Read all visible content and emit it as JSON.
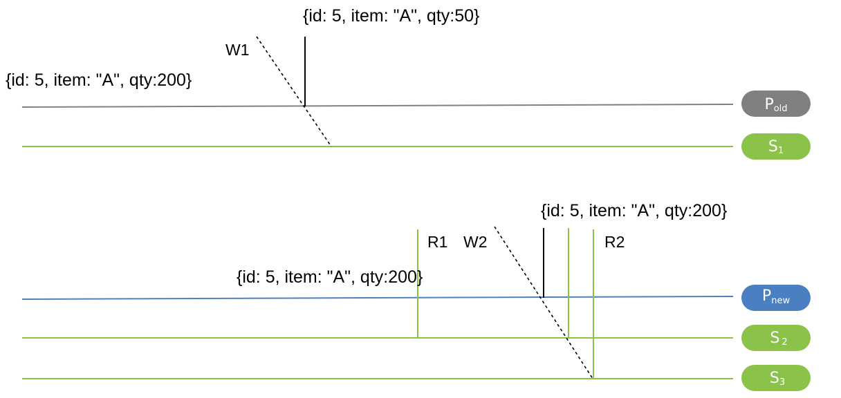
{
  "top": {
    "record_written": "{id: 5, item: \"A\", qty:50}",
    "record_old": "{id: 5, item: \"A\", qty:200}",
    "write_label": "W1",
    "primary": {
      "main": "P",
      "sub": "old",
      "color": "#808080"
    },
    "secondary": {
      "main": "S",
      "sub": "1",
      "color": "#8bc34a"
    }
  },
  "bottom": {
    "record_right": "{id: 5, item: \"A\", qty:200}",
    "record_left": "{id: 5, item: \"A\", qty:200}",
    "read1_label": "R1",
    "write_label": "W2",
    "read2_label": "R2",
    "primary": {
      "main": "P",
      "sub": "new",
      "color": "#4a7fc1"
    },
    "secondary2": {
      "main": "S",
      "sub": "2",
      "color": "#8bc34a"
    },
    "secondary3": {
      "main": "S",
      "sub": "3",
      "color": "#8bc34a"
    }
  },
  "colors": {
    "old_primary_line": "#808080",
    "new_primary_line": "#4f80bd",
    "secondary_line": "#8bc34a",
    "write_marker": "#000000"
  }
}
